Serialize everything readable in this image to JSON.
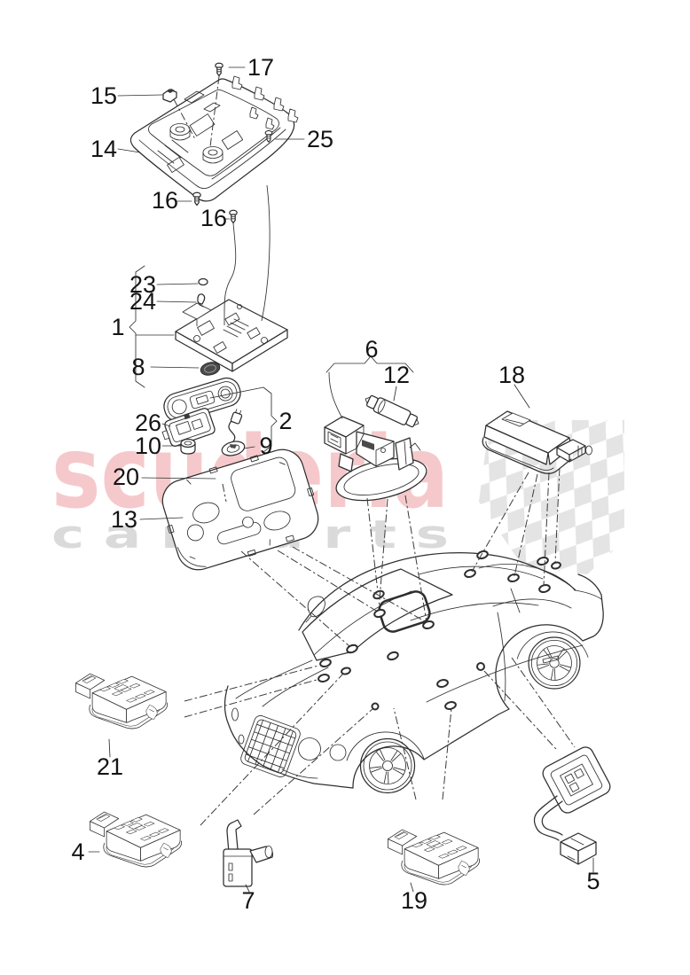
{
  "diagram": {
    "watermark": {
      "brand": "scuderia",
      "sub": "c a r  p a r t s",
      "brand_color": "#f5c9cb",
      "sub_color": "#dadada"
    },
    "colors": {
      "line": "#2e2e2e",
      "flag": "#e4e4e4",
      "background": "#ffffff"
    },
    "callouts": {
      "c17": "17",
      "c15": "15",
      "c14": "14",
      "c25": "25",
      "c16a": "16",
      "c16b": "16",
      "c23": "23",
      "c24": "24",
      "c1": "1",
      "c8": "8",
      "c2": "2",
      "c26": "26",
      "c10": "10",
      "c9": "9",
      "c20": "20",
      "c13": "13",
      "c6": "6",
      "c12": "12",
      "c18": "18",
      "c21": "21",
      "c4": "4",
      "c7": "7",
      "c19": "19",
      "c5": "5"
    }
  }
}
